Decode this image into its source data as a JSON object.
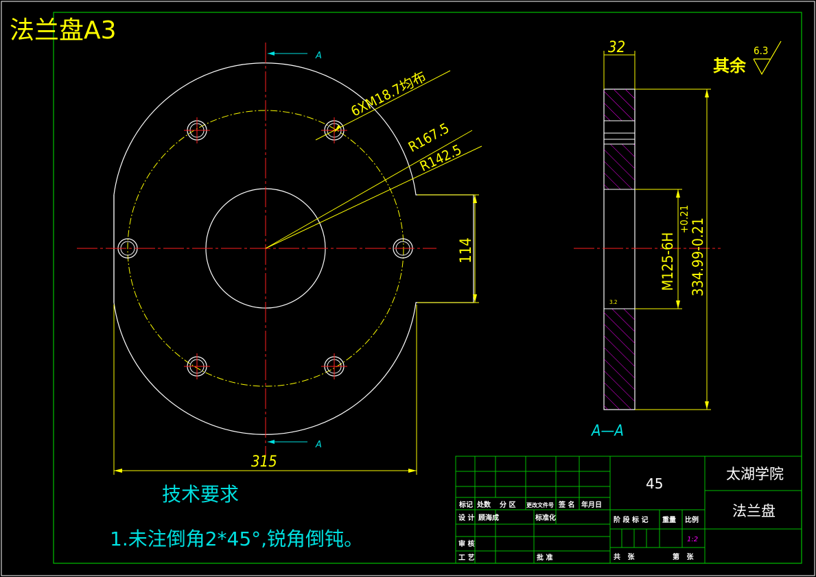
{
  "sheet": {
    "title": "法兰盘A3"
  },
  "front_view": {
    "section_marker_top": "A",
    "section_marker_bottom": "A",
    "dim_hole_note": "6XM18.7均布",
    "dim_outer_radius": "R167.5",
    "dim_pcd_radius": "R142.5",
    "dim_boss_height": "114",
    "dim_width": "315"
  },
  "section_view": {
    "dim_thickness": "32",
    "dim_thread": "M125-6H",
    "tol_thread": "+0.21",
    "dim_outer_dia": "334.99-0.21",
    "surface_symbol": "3.2",
    "section_label": "A—A"
  },
  "roughness_note": {
    "label": "其余",
    "value": "6.3"
  },
  "tech_requirements": {
    "heading": "技术要求",
    "item1": "1.未注倒角2*45°,锐角倒钝。"
  },
  "title_block": {
    "material": "45",
    "school": "太湖学院",
    "part_name": "法兰盘",
    "headers": [
      "标记",
      "处数",
      "分 区",
      "更改文件号",
      "签 名",
      "年月日"
    ],
    "design_label": "设 计",
    "designer": "顾海成",
    "standardize_label": "标准化",
    "review_label": "审 核",
    "process_label": "工 艺",
    "approve_label": "批 准",
    "stage_label": "阶 段 标 记",
    "weight_label": "重量",
    "scale_label": "比例",
    "scale_value": "1:2",
    "total_sheets_label": "共   张",
    "sheet_no_label": "第   张"
  },
  "colors": {
    "background": "#000000",
    "frame": "#00c000",
    "outline": "#ffffff",
    "centerline": "#ff2020",
    "dimension": "#ffff00",
    "annotation": "#00e0e0",
    "hatch": "#ff00ff"
  }
}
